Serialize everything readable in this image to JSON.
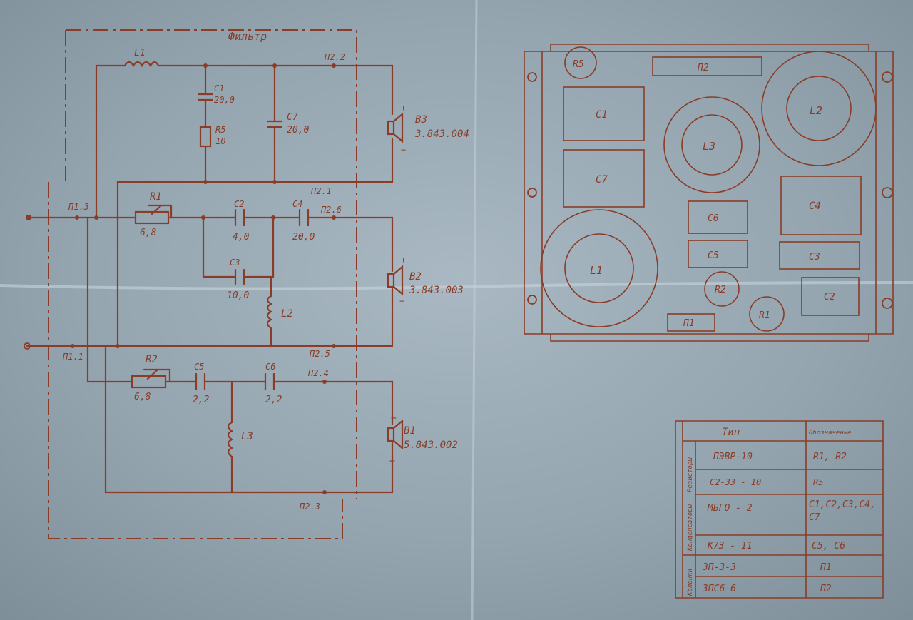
{
  "schematic": {
    "filter_title": "Фильтр",
    "coils": [
      "L1",
      "L2",
      "L3"
    ],
    "resistors": [
      {
        "ref": "R1",
        "value": "6,8"
      },
      {
        "ref": "R2",
        "value": "6,8"
      },
      {
        "ref": "R5",
        "value": "10"
      }
    ],
    "capacitors": [
      {
        "ref": "C1",
        "value": "20,0"
      },
      {
        "ref": "C7",
        "value": "20,0"
      },
      {
        "ref": "C2",
        "value": "4,0"
      },
      {
        "ref": "C4",
        "value": "20,0"
      },
      {
        "ref": "C3",
        "value": "10,0"
      },
      {
        "ref": "C5",
        "value": "2,2"
      },
      {
        "ref": "C6",
        "value": "2,2"
      }
    ],
    "speakers": [
      {
        "ref": "B3",
        "code": "3.843.004",
        "plus": "+",
        "minus": "−"
      },
      {
        "ref": "B2",
        "code": "3.843.003",
        "plus": "+",
        "minus": "−"
      },
      {
        "ref": "B1",
        "code": "5.843.002",
        "plus": "+",
        "minus": "−"
      }
    ],
    "connectors": [
      "П2.2",
      "П1.3",
      "П2.1",
      "П2.6",
      "П1.1",
      "П2.5",
      "П2.4",
      "П2.3"
    ]
  },
  "board": {
    "parts": [
      "R5",
      "П2",
      "L2",
      "C1",
      "L3",
      "C7",
      "C4",
      "C6",
      "C5",
      "C3",
      "L1",
      "R2",
      "R1",
      "C2",
      "П1"
    ]
  },
  "table": {
    "header": {
      "type": "Тип",
      "designation": "Обозначение"
    },
    "groups": [
      {
        "label": "Резисторы"
      },
      {
        "label": "Конденсаторы"
      },
      {
        "label": "Колонки"
      }
    ],
    "rows": [
      {
        "type": "ПЭВР-10",
        "refs": "R1, R2"
      },
      {
        "type": "С2-33 - 10",
        "refs": "R5"
      },
      {
        "type": "МБГО - 2",
        "refs": "C1,C2,C3,C4, C7"
      },
      {
        "type": "К73 - 11",
        "refs": "C5, C6"
      },
      {
        "type": "ЗП-3-3",
        "refs": "П1"
      },
      {
        "type": "ЗПС6-6",
        "refs": "П2"
      }
    ]
  },
  "colors": {
    "ink": "#8a3c26",
    "paper": "#8e9ea9"
  }
}
